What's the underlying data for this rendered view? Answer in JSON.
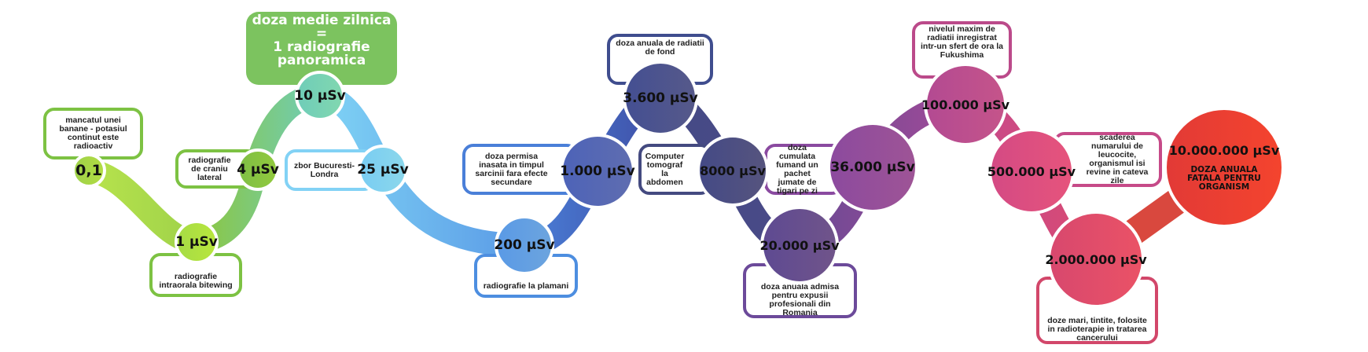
{
  "headline": {
    "line1": "doza medie zilnica",
    "equals": "=",
    "line2": "1 radiografie panoramica"
  },
  "nodes": [
    {
      "value": "0,1",
      "label": "mancatul unei banane - potasiul continut este radioactiv",
      "color": "#9fd24a",
      "border": "#7dc243"
    },
    {
      "value": "1 µSv",
      "label": "radiografie intraorala bitewing",
      "color": "#a6dc45",
      "border": "#7dc243"
    },
    {
      "value": "4 µSv",
      "label": "radiografie de craniu lateral",
      "color": "#7fbf45",
      "border": "#7dc243"
    },
    {
      "value": "10 µSv",
      "label": "",
      "color": "#6fcdb8",
      "border": "#7cc35f"
    },
    {
      "value": "25 µSv",
      "label": "zbor Bucuresti-Londra",
      "color": "#79cdf3",
      "border": "#82d2f5"
    },
    {
      "value": "200 µSv",
      "label": "radiografie la plamani",
      "color": "#5a9ae6",
      "border": "#4d8ee0"
    },
    {
      "value": "1.000 µSv",
      "label": "doza permisa inasata in timpul sarcinii fara efecte secundare",
      "color": "#4d63b8",
      "border": "#4a7fd8"
    },
    {
      "value": "3.600 µSv",
      "label": "doza anuala de radiatii de fond",
      "color": "#444f92",
      "border": "#3f4d8e"
    },
    {
      "value": "8000 µSv",
      "label": "Computer tomograf la abdomen",
      "color": "#444a86",
      "border": "#444a80"
    },
    {
      "value": "20.000 µSv",
      "label": "doza anuala admisa pentru expusii profesionali din Romania",
      "color": "#5e4a92",
      "border": "#6c4a9a"
    },
    {
      "value": "36.000 µSv",
      "label": "doza cumulata fumand un pachet jumate de tigari pe zi",
      "color": "#8c4a9e",
      "border": "#8a4aa0"
    },
    {
      "value": "100.000 µSv",
      "label": "nivelul maxim de radiatii inregistrat intr-un sfert de ora la Fukushima",
      "color": "#b34a92",
      "border": "#bb4a8a"
    },
    {
      "value": "500.000 µSv",
      "label": "scaderea numarului de leucocite, organismul isi revine in cateva zile",
      "color": "#d44a84",
      "border": "#c64a88"
    },
    {
      "value": "2.000.000 µSv",
      "label": "doze mari, tintite, folosite in radioterapie in tratarea cancerului",
      "color": "#d8486e",
      "border": "#d2476a"
    },
    {
      "value": "10.000.000 µSv",
      "label": "DOZA ANUALA FATALA PENTRU ORGANISM",
      "color": "#e23a36",
      "border": "#e23a36"
    }
  ]
}
